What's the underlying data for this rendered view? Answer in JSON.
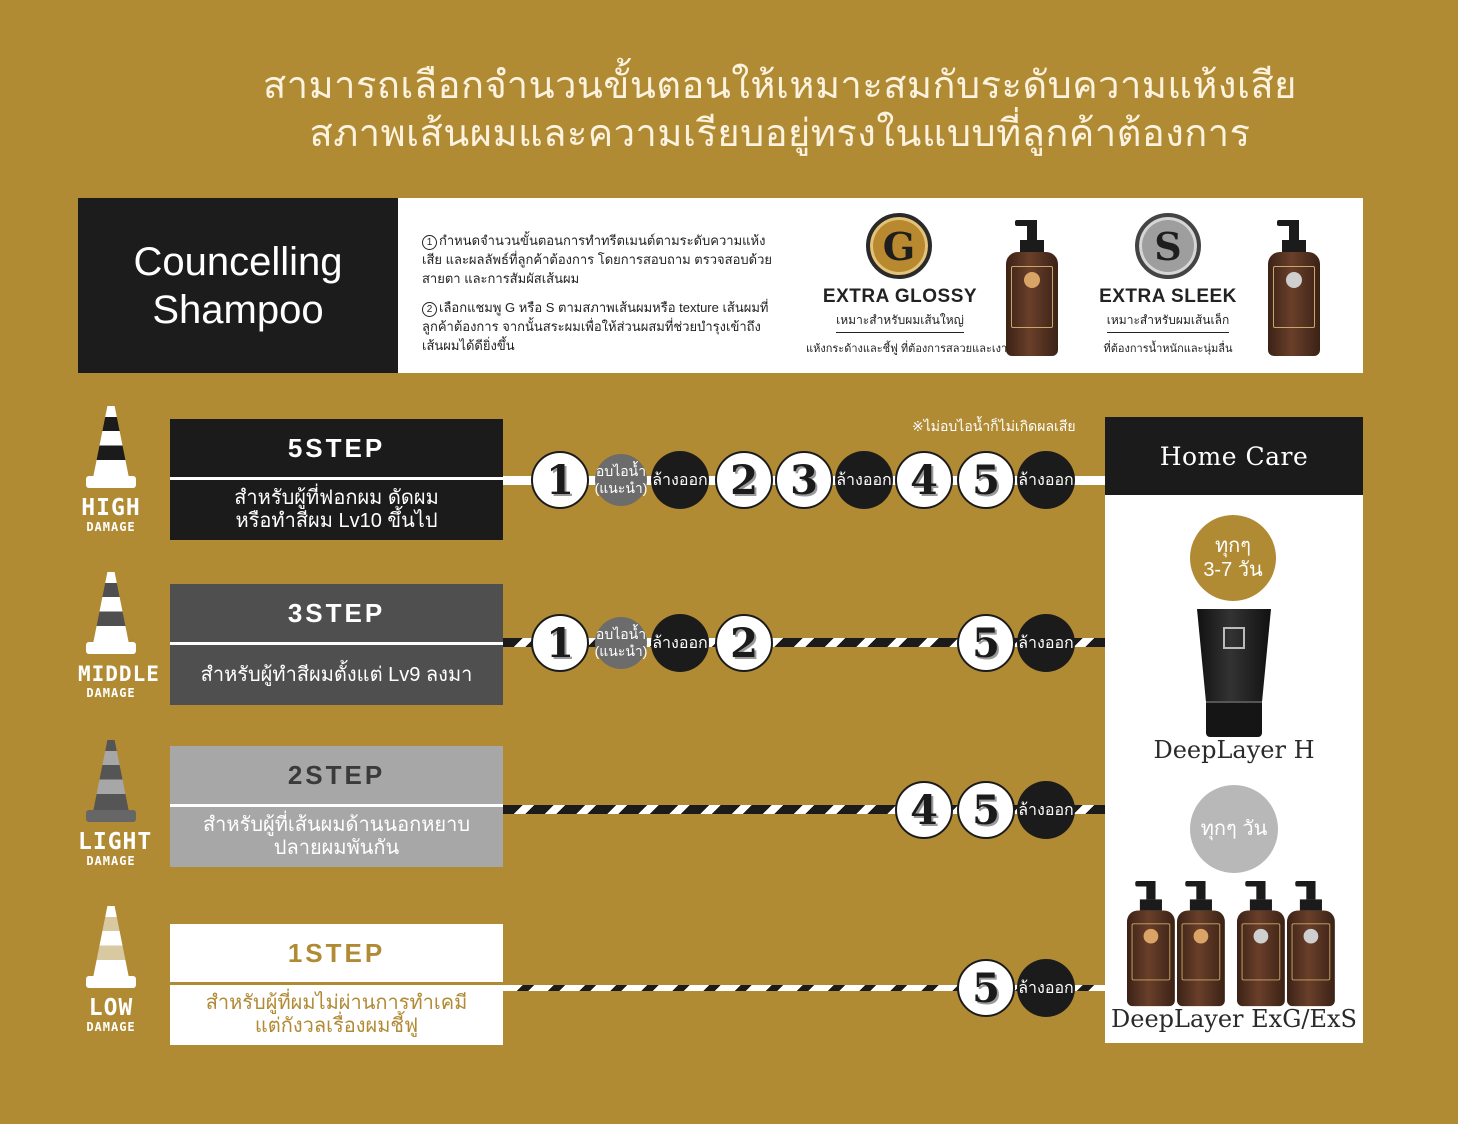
{
  "headline": {
    "line1": "สามารถเลือกจำนวนขั้นตอนให้เหมาะสมกับระดับความแห้งเสีย",
    "line2": "สภาพเส้นผมและความเรียบอยู่ทรงในแบบที่ลูกค้าต้องการ"
  },
  "counselling": {
    "title_line1": "Councelling",
    "title_line2": "Shampoo",
    "note1_num": "1",
    "note1": "กำหนดจำนวนขั้นตอนการทำทรีตเมนต์ตามระดับความแห้งเสีย และผลลัพธ์ที่ลูกค้าต้องการ โดยการสอบถาม ตรวจสอบด้วยสายตา และการสัมผัสเส้นผม",
    "note2_num": "2",
    "note2": "เลือกแชมพู G หรือ S ตามสภาพเส้นผมหรือ texture เส้นผมที่ลูกค้าต้องการ จากนั้นสระผมเพื่อให้ส่วนผสมที่ช่วยบำรุงเข้าถึงเส้นผมได้ดียิ่งขึ้น",
    "products": [
      {
        "badge": "G",
        "name": "EXTRA GLOSSY",
        "sub": "เหมาะสำหรับผมเส้นใหญ่",
        "note": "แห้งกระด้างและชี้ฟู ที่ต้องการสลวยและเงางาม"
      },
      {
        "badge": "S",
        "name": "EXTRA SLEEK",
        "sub": "เหมาะสำหรับผมเส้นเล็ก",
        "note": "ที่ต้องการน้ำหนักและนุ่มลื่น"
      }
    ]
  },
  "damage_levels": [
    {
      "word": "HIGH",
      "sub": "DAMAGE"
    },
    {
      "word": "MIDDLE",
      "sub": "DAMAGE"
    },
    {
      "word": "LIGHT",
      "sub": "DAMAGE"
    },
    {
      "word": "LOW",
      "sub": "DAMAGE"
    }
  ],
  "steps": [
    {
      "title": "5STEP",
      "desc_line1": "สำหรับผู้ที่ฟอกผม ดัดผม",
      "desc_line2": "หรือทำสีผม Lv10 ขึ้นไป"
    },
    {
      "title": "3STEP",
      "desc_line1": "สำหรับผู้ทำสีผมตั้งแต่ Lv9 ลงมา",
      "desc_line2": ""
    },
    {
      "title": "2STEP",
      "desc_line1": "สำหรับผู้ที่เส้นผมด้านนอกหยาบ",
      "desc_line2": "ปลายผมพันกัน"
    },
    {
      "title": "1STEP",
      "desc_line1": "สำหรับผู้ที่ผมไม่ผ่านการทำเคมี",
      "desc_line2": "แต่กังวลเรื่องผมชี้ฟู"
    }
  ],
  "flow": {
    "no_damage_note": "※ไม่อบไอน้ำก็ไม่เกิดผลเสีย",
    "steam_line1": "อบไอน้ำ",
    "steam_line2": "(แนะนำ)",
    "rinse": "ล้างออก",
    "n1": "1",
    "n2": "2",
    "n3": "3",
    "n4": "4",
    "n5": "5"
  },
  "home_care": {
    "title": "Home Care",
    "freq1_line1": "ทุกๆ",
    "freq1_line2": "3-7 วัน",
    "product1": "DeepLayer H",
    "freq2": "ทุกๆ วัน",
    "product2": "DeepLayer ExG/ExS"
  },
  "colors": {
    "background": "#b18a34",
    "dark": "#1b1b1b",
    "mid_gray": "#4f4f4f",
    "light_gray": "#a7a7a7",
    "freq_gold": "#b18a34",
    "freq_gray": "#b8b8b8"
  }
}
